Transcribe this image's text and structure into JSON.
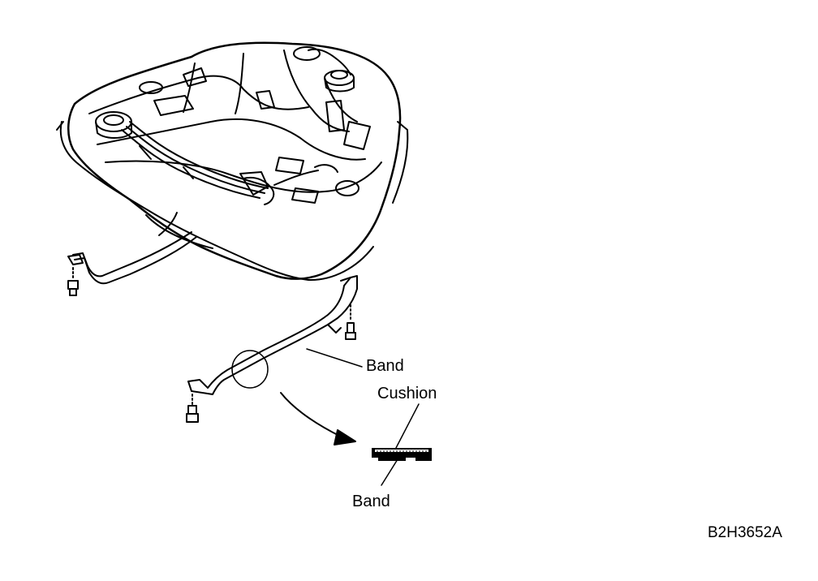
{
  "labels": {
    "band_upper": "Band",
    "cushion": "Cushion",
    "band_lower": "Band",
    "figure_code": "B2H3652A"
  }
}
